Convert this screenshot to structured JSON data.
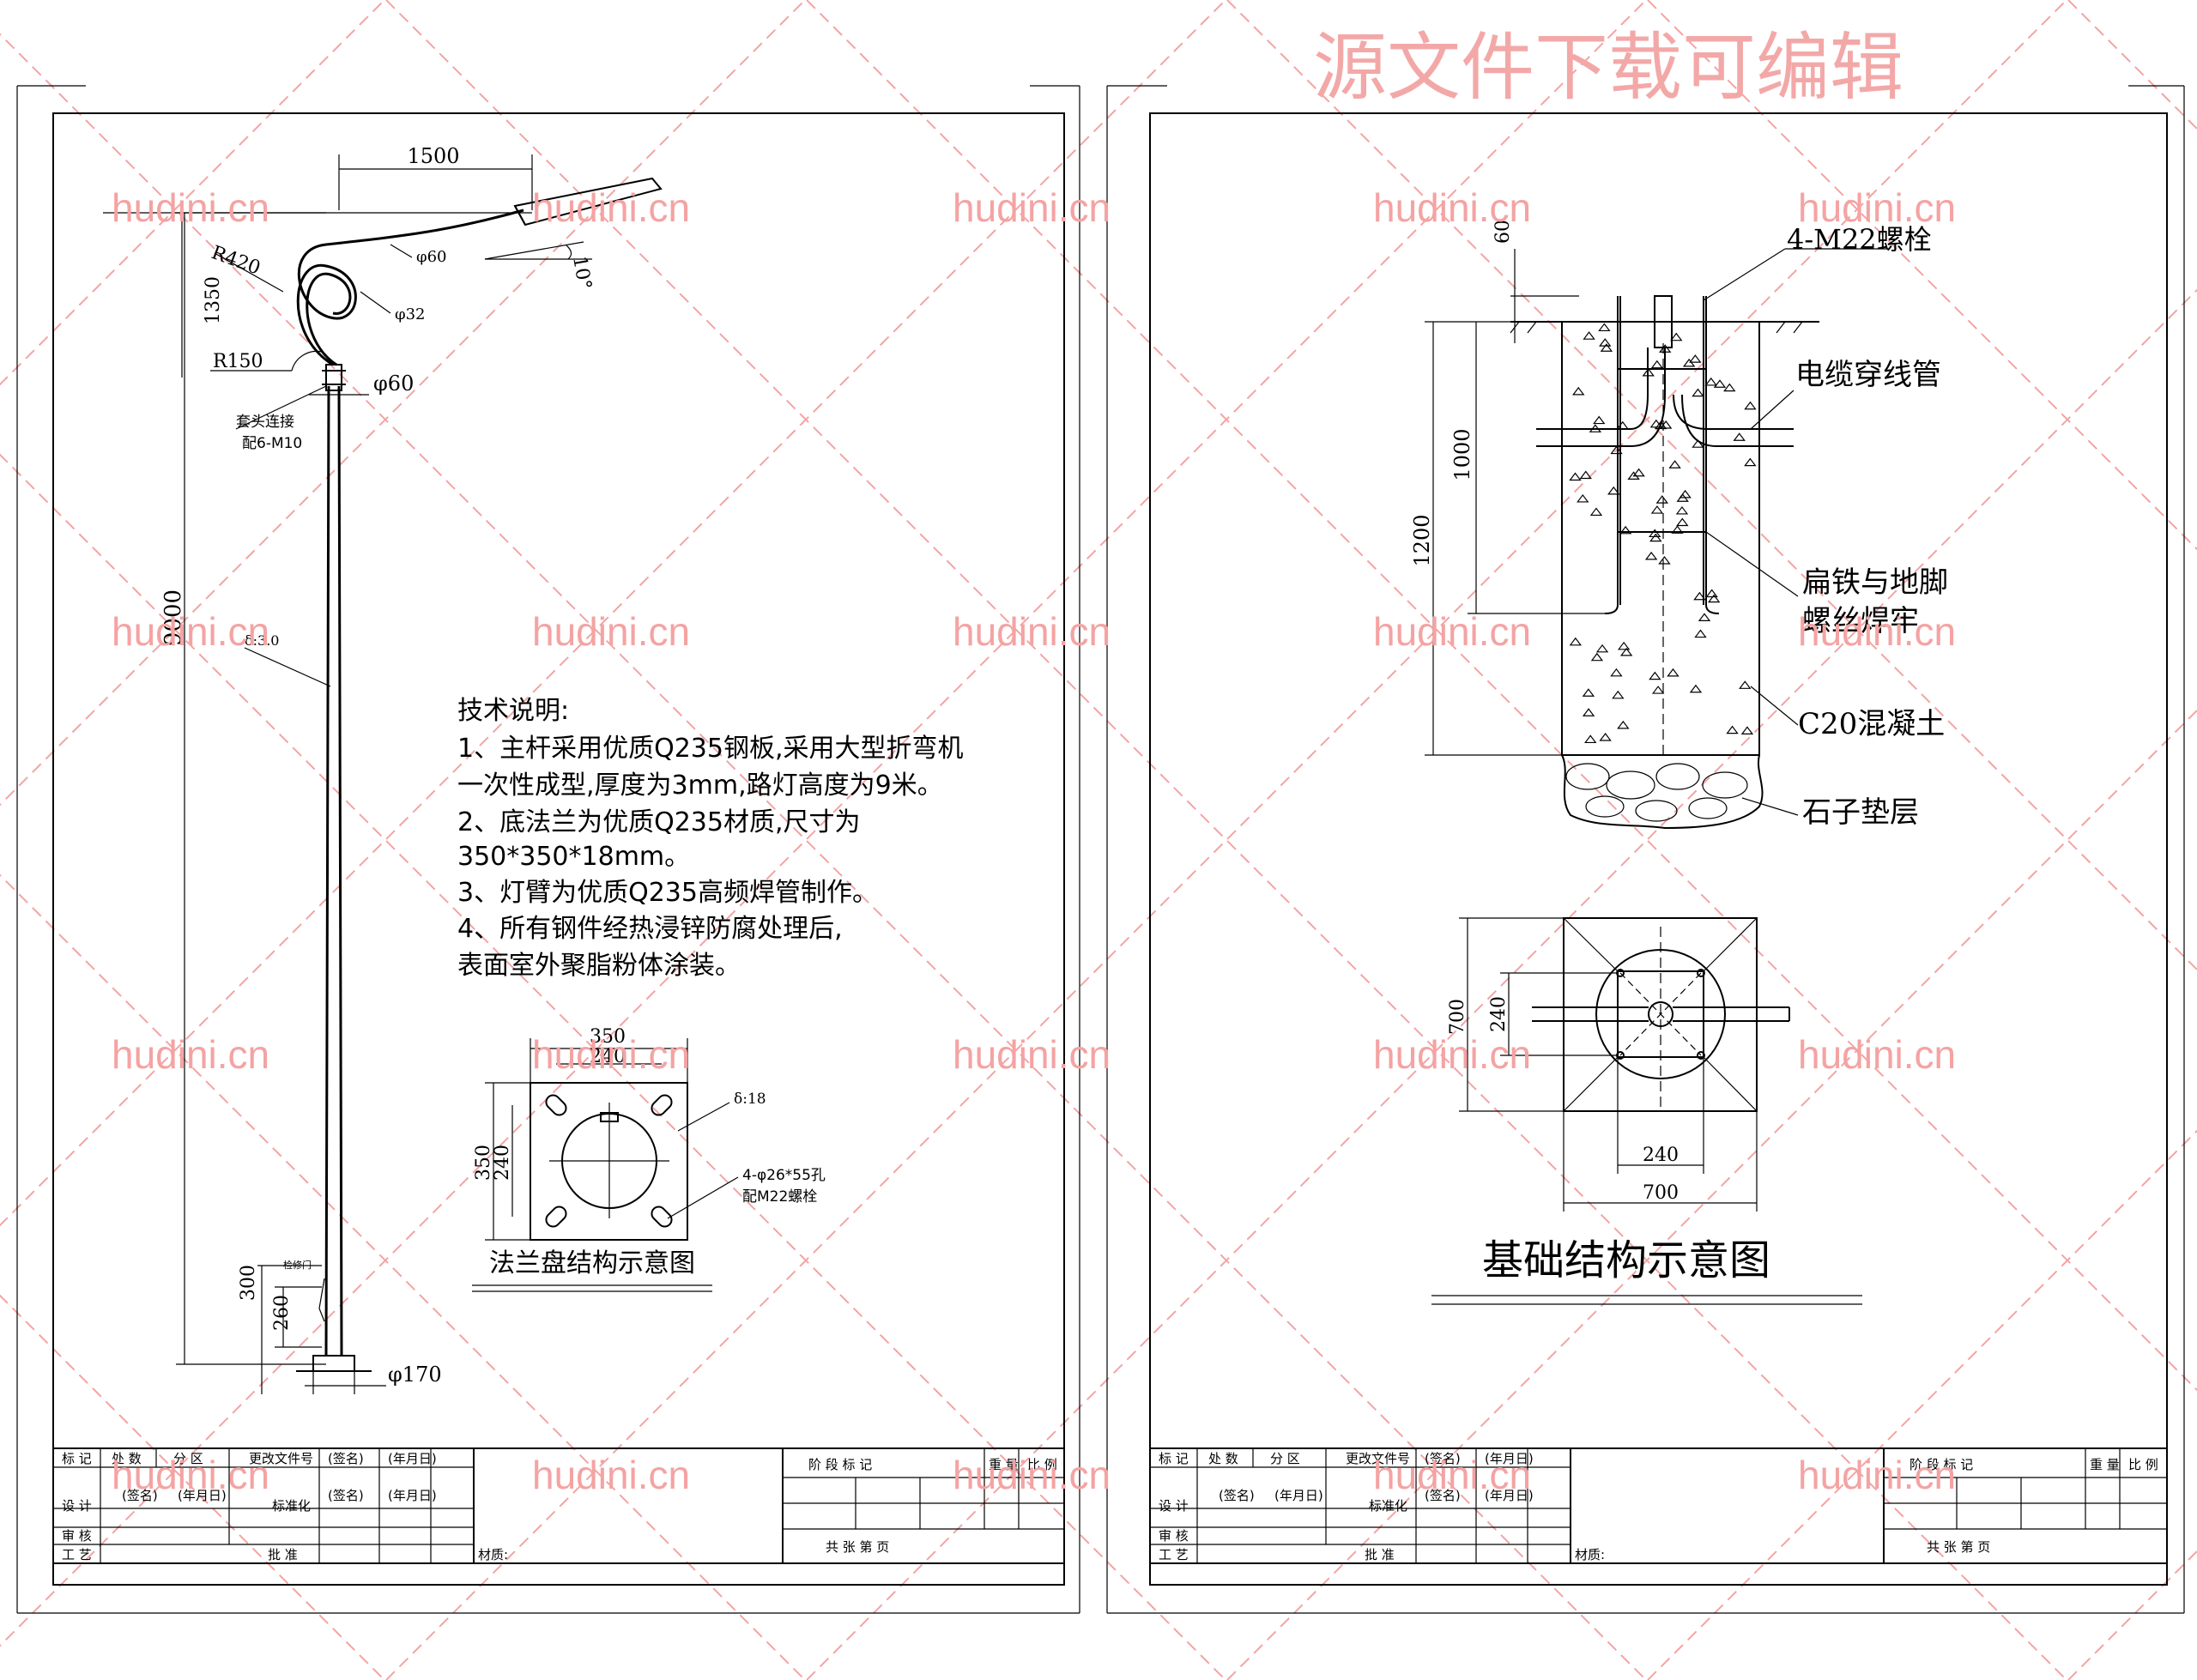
{
  "watermark": {
    "banner": "源文件下载可编辑",
    "site": "hudini.cn",
    "color": "#f4a3a3"
  },
  "left_sheet": {
    "dims": {
      "arm_length": "1500",
      "arm_radius": "R420",
      "arm_pipe": "φ60",
      "tilt": "10°",
      "rise": "1350",
      "loop_pipe": "φ32",
      "small_radius": "R150",
      "pole_top": "φ60",
      "joint_note_1": "套头连接",
      "joint_note_2": "配6-M10",
      "height": "9000",
      "thickness": "δ:3.0",
      "door_label": "检修门",
      "door_300": "300",
      "door_260": "260",
      "base_dia": "φ170"
    },
    "tech_notes": {
      "title": "技术说明:",
      "lines": [
        "1、主杆采用优质Q235钢板,采用大型折弯机",
        "一次性成型,厚度为3mm,路灯高度为9米。",
        "2、底法兰为优质Q235材质,尺寸为",
        "350*350*18mm。",
        "3、灯臂为优质Q235高频焊管制作。",
        "4、所有钢件经热浸锌防腐处理后,",
        "表面室外聚脂粉体涂装。"
      ]
    },
    "flange": {
      "w350": "350",
      "w240": "240",
      "h350": "350",
      "h240": "240",
      "thickness": "δ:18",
      "holes_1": "4-φ26*55孔",
      "holes_2": "配M22螺栓",
      "caption": "法兰盘结构示意图"
    }
  },
  "right_sheet": {
    "dims": {
      "d60": "60",
      "d1000": "1000",
      "d1200": "1200"
    },
    "labels": {
      "bolts": "4-M22螺栓",
      "cable_pipe": "电缆穿线管",
      "weld_1": "扁铁与地脚",
      "weld_2": "螺丝焊牢",
      "concrete": "C20混凝土",
      "gravel": "石子垫层"
    },
    "plan": {
      "d700_v": "700",
      "d240_v": "240",
      "d240_h": "240",
      "d700_h": "700"
    },
    "caption": "基础结构示意图"
  },
  "title_block": {
    "row1": [
      "标 记",
      "处 数",
      "分 区",
      "更改文件号",
      "(签名)",
      "(年月日)"
    ],
    "row2": [
      "设 计",
      "(签名)",
      "(年月日)",
      "标准化",
      "(签名)",
      "(年月日)"
    ],
    "row3": [
      "审 核"
    ],
    "row4": [
      "工 艺",
      "批 准"
    ],
    "stage": "阶 段 标 记",
    "weight": "重 量",
    "scale": "比 例",
    "sheets": "共   张   第   页",
    "material": "材质:",
    "green_date": "(年月日)",
    "green_color": "#22aa22"
  }
}
